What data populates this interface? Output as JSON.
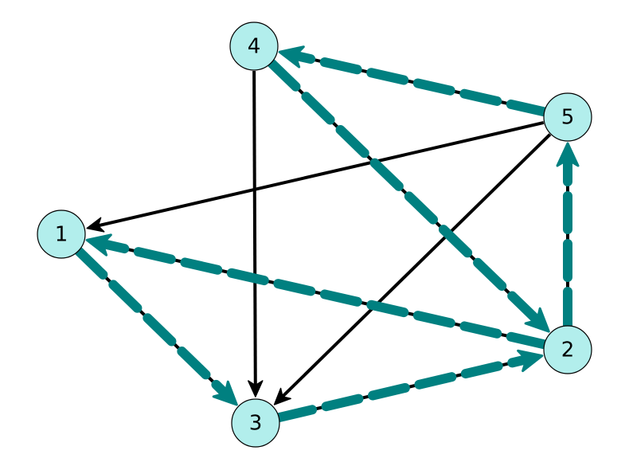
{
  "colors": {
    "background": "#ffffff",
    "node_fill": "#b2eeec",
    "node_stroke": "#000000",
    "thin_edge": "#000000",
    "highlight_edge": "#008080",
    "label": "#000000"
  },
  "graph": {
    "directed": true,
    "nodes": [
      {
        "id": "1",
        "label": "1"
      },
      {
        "id": "2",
        "label": "2"
      },
      {
        "id": "3",
        "label": "3"
      },
      {
        "id": "4",
        "label": "4"
      },
      {
        "id": "5",
        "label": "5"
      }
    ],
    "edges": [
      {
        "from": "4",
        "to": "3",
        "style": "plain"
      },
      {
        "from": "5",
        "to": "1",
        "style": "plain"
      },
      {
        "from": "5",
        "to": "3",
        "style": "plain"
      },
      {
        "from": "1",
        "to": "3",
        "style": "highlighted"
      },
      {
        "from": "3",
        "to": "2",
        "style": "highlighted"
      },
      {
        "from": "2",
        "to": "1",
        "style": "highlighted"
      },
      {
        "from": "2",
        "to": "5",
        "style": "highlighted"
      },
      {
        "from": "5",
        "to": "4",
        "style": "highlighted"
      },
      {
        "from": "4",
        "to": "2",
        "style": "highlighted"
      }
    ]
  }
}
